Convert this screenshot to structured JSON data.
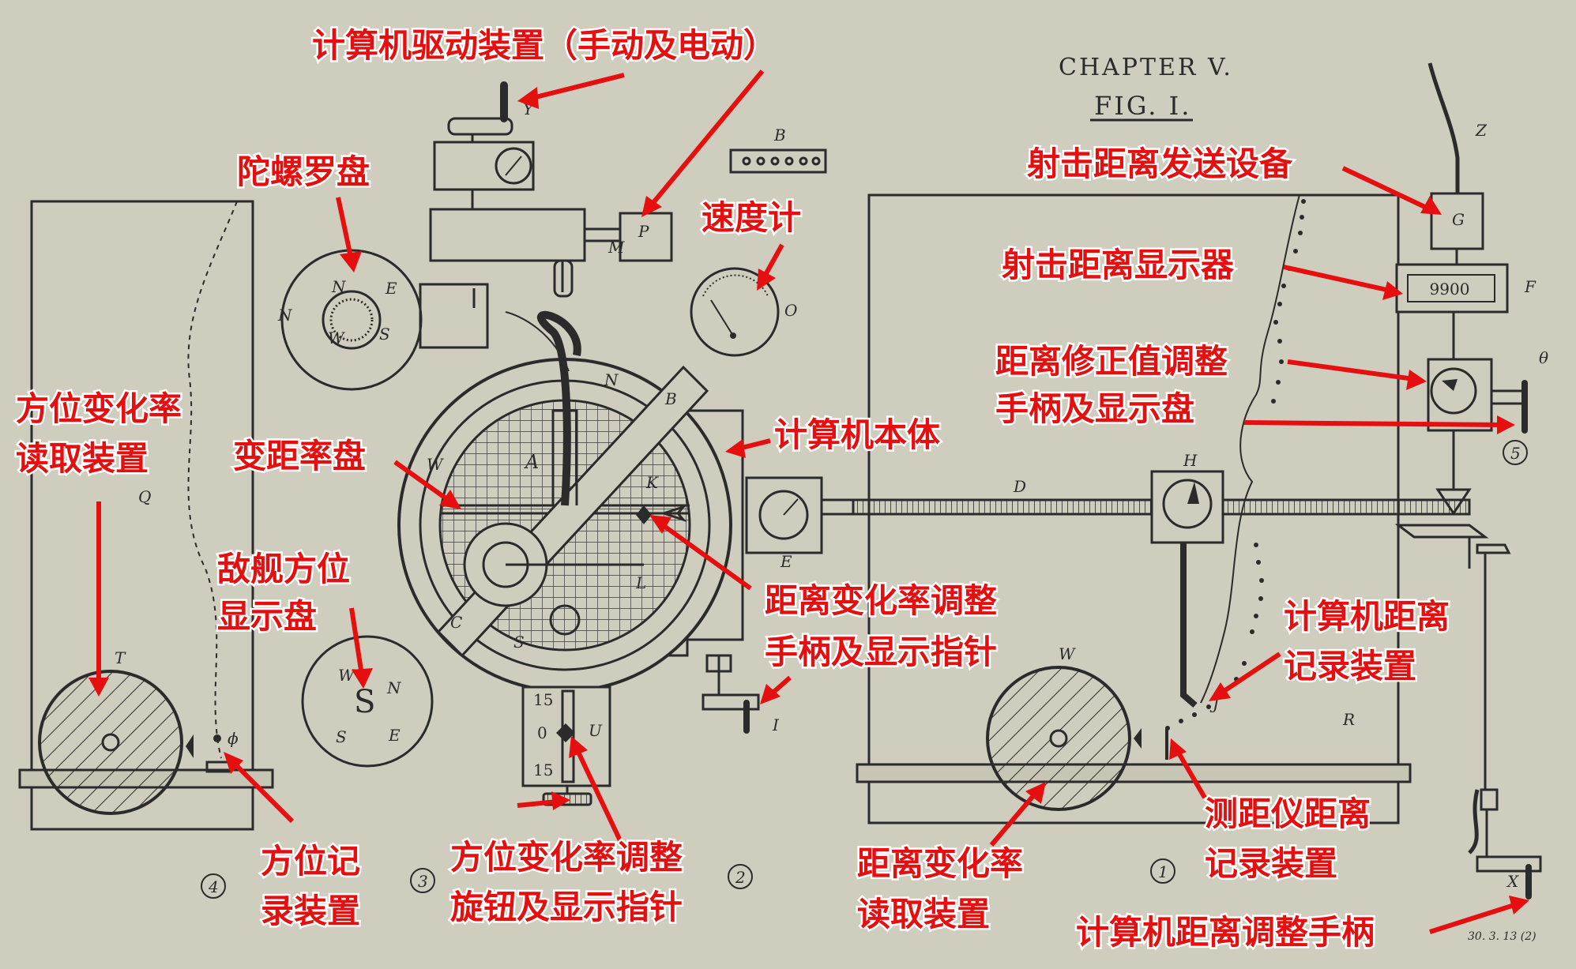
{
  "header": {
    "chapter": "CHAPTER V.",
    "fig": "FIG. I."
  },
  "display": {
    "range_value": "9900"
  },
  "footer": {
    "ref": "30. 3. 13 (2)"
  },
  "scale": {
    "top": "15",
    "mid": "0",
    "bottom": "15"
  },
  "panels": {
    "p1": "1",
    "p2": "2",
    "p3": "3",
    "p4": "4",
    "p5": "5"
  },
  "letters": {
    "Y": "Y",
    "B": "B",
    "P": "P",
    "O": "O",
    "Z": "Z",
    "G": "G",
    "F": "F",
    "theta": "θ",
    "M": "M",
    "A": "A",
    "Bb": "B",
    "C": "C",
    "Nn": "N",
    "Ss": "S",
    "W": "W",
    "K": "K",
    "L": "L",
    "E": "E",
    "D": "D",
    "H": "H",
    "I": "I",
    "U": "U",
    "Q": "Q",
    "T": "T",
    "phi": "ϕ",
    "J": "J",
    "R": "R",
    "Ww": "W",
    "X": "X"
  },
  "compass": {
    "N": "N",
    "E": "E",
    "S": "S",
    "W": "W"
  },
  "labels": {
    "drive": "计算机驱动装置（手动及电动）",
    "gyro": "陀螺罗盘",
    "speed": "速度计",
    "fire_send": "射击距离发送设备",
    "fire_display": "射击距离显示器",
    "correction_1": "距离修正值调整",
    "correction_2": "手柄及显示盘",
    "bearing_rate_read_1": "方位变化率",
    "bearing_rate_read_2": "读取装置",
    "rate_disc": "变距率盘",
    "body": "计算机本体",
    "enemy_bearing_1": "敌舰方位",
    "enemy_bearing_2": "显示盘",
    "range_rate_adj_1": "距离变化率调整",
    "range_rate_adj_2": "手柄及显示指针",
    "computer_range_rec_1": "计算机距离",
    "computer_range_rec_2": "记录装置",
    "bearing_rec_1": "方位记",
    "bearing_rec_2": "录装置",
    "bearing_rate_adj_1": "方位变化率调整",
    "bearing_rate_adj_2": "旋钮及显示指针",
    "range_rate_read_1": "距离变化率",
    "range_rate_read_2": "读取装置",
    "rangefinder_rec_1": "测距仪距离",
    "rangefinder_rec_2": "记录装置",
    "range_adj_handle": "计算机距离调整手柄"
  }
}
